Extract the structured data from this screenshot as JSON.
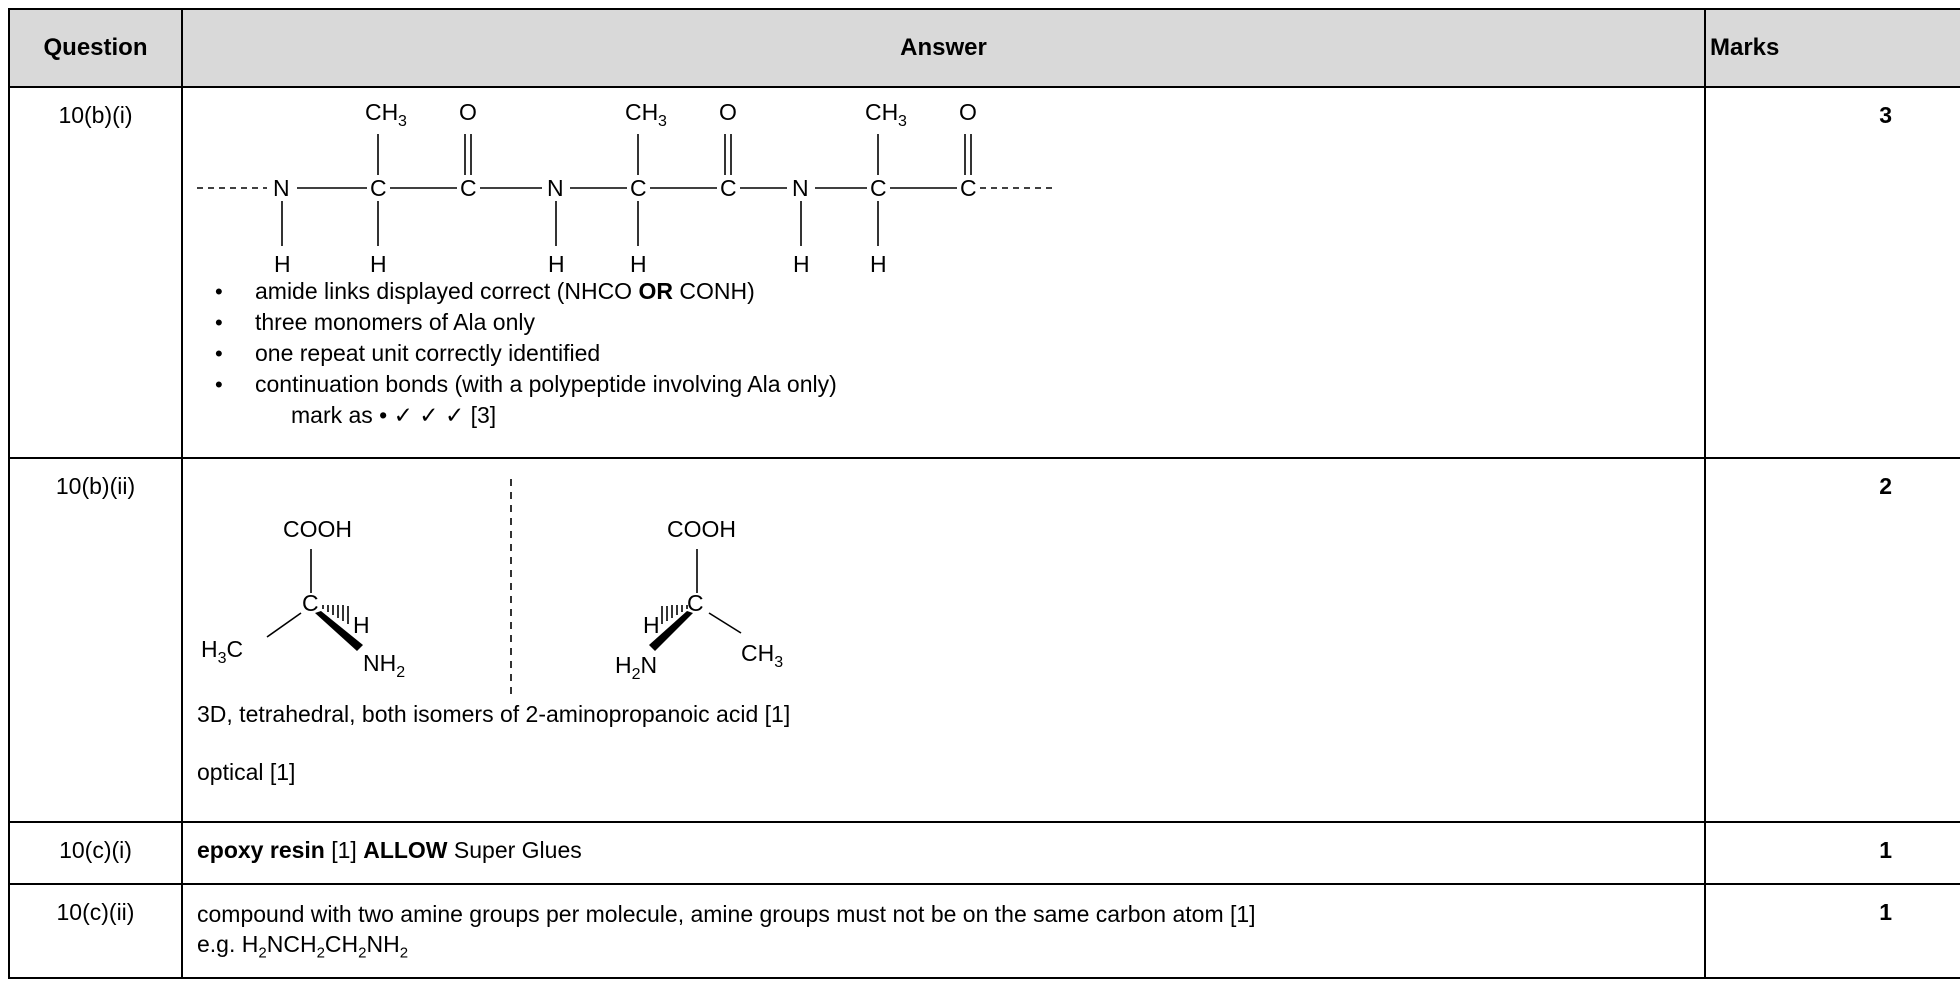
{
  "table": {
    "headers": {
      "question": "Question",
      "answer": "Answer",
      "marks": "Marks"
    },
    "rows": [
      {
        "question": "10(b)(i)",
        "marks": "3",
        "structure": {
          "ch3": "CH",
          "sub3": "3",
          "o": "O",
          "n": "N",
          "c": "C",
          "h": "H"
        },
        "bullets": {
          "b1_pre": "amide links displayed correct (NHCO ",
          "b1_bold": "OR",
          "b1_post": " CONH)",
          "b2": "three monomers of Ala only",
          "b3": "one repeat unit correctly identified",
          "b4": "continuation bonds (with a polypeptide involving Ala only)"
        },
        "mark_as": "mark as • ✓ ✓ ✓ [3]"
      },
      {
        "question": "10(b)(ii)",
        "marks": "2",
        "isomers": {
          "cooh": "COOH",
          "c": "C",
          "h": "H",
          "h3c_main": "H",
          "h3c_sub": "3",
          "h3c_end": "C",
          "nh2_main": "NH",
          "nh2_sub": "2",
          "h2n_h": "H",
          "h2n_sub": "2",
          "h2n_n": "N",
          "ch3_main": "CH",
          "ch3_sub": "3"
        },
        "line1": "3D, tetrahedral, both isomers of 2-aminopropanoic acid [1]",
        "line2": "optical [1]"
      },
      {
        "question": "10(c)(i)",
        "marks": "1",
        "bold1": "epoxy resin",
        "mid": " [1] ",
        "bold2": "ALLOW",
        "end": " Super Glues"
      },
      {
        "question": "10(c)(ii)",
        "marks": "1",
        "line1": "compound with two amine groups per molecule, amine groups must not be on the same carbon atom [1]",
        "eg_pre": "e.g. H",
        "s1": "2",
        "p1": "NCH",
        "s2": "2",
        "p2": "CH",
        "s3": "2",
        "p3": "NH",
        "s4": "2"
      }
    ]
  }
}
